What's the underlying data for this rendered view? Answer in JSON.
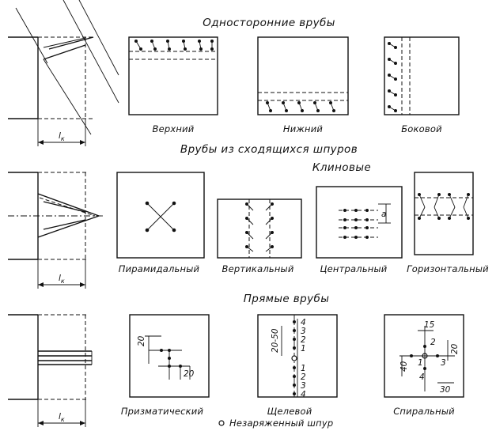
{
  "headers": {
    "one_sided": "Односторонние врубы",
    "converging": "Врубы из сходящихся шпуров",
    "wedge": "Клиновые",
    "straight": "Прямые врубы"
  },
  "captions": {
    "top": "Верхний",
    "bottom": "Нижний",
    "side": "Боковой",
    "pyramidal": "Пирамидальный",
    "vertical": "Вертикальный",
    "central": "Центральный",
    "horizontal": "Горизонтальный",
    "prismatic": "Призматический",
    "slot": "Щелевой",
    "spiral": "Спиральный"
  },
  "labels": {
    "lk": "l",
    "lk_sub": "к",
    "a": "a",
    "dim_20": "20",
    "dim_20_50": "20-50",
    "dim_15": "15",
    "dim_40": "40",
    "dim_30": "30",
    "n1": "1",
    "n2": "2",
    "n3": "3",
    "n4": "4"
  },
  "legend": {
    "uncharged": "Незаряженный шпур"
  }
}
